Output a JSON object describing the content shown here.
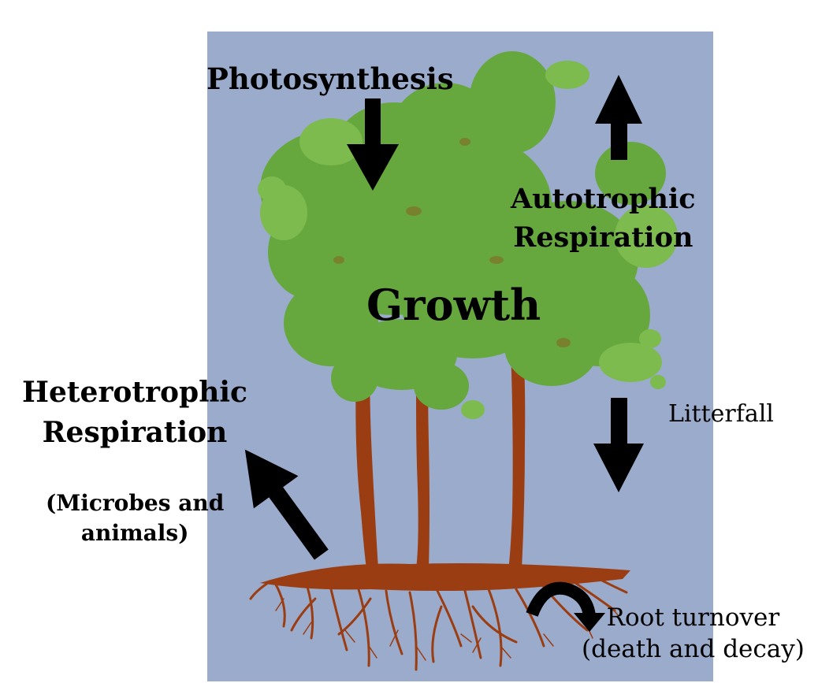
{
  "colors": {
    "sky": "#9aabcb",
    "foliage": "#66a83e",
    "foliage_light": "#7dbb4f",
    "trunk": "#9b3d12",
    "arrow": "#000000"
  },
  "labels": {
    "photosynthesis": "Photosynthesis",
    "autotrophic_line1": "Autotrophic",
    "autotrophic_line2": "Respiration",
    "growth": "Growth",
    "heterotrophic_line1": "Heterotrophic",
    "heterotrophic_line2": "Respiration",
    "microbes_line1": "(Microbes and",
    "microbes_line2": "animals)",
    "litterfall": "Litterfall",
    "root_turnover_line1": "Root turnover",
    "root_turnover_line2": "(death and decay)"
  },
  "arrows": [
    {
      "name": "photosynthesis-arrow",
      "direction": "down"
    },
    {
      "name": "autotrophic-respiration-arrow",
      "direction": "up"
    },
    {
      "name": "litterfall-arrow",
      "direction": "down"
    },
    {
      "name": "heterotrophic-respiration-arrow",
      "direction": "up-left"
    },
    {
      "name": "root-turnover-arrow",
      "direction": "curved"
    }
  ]
}
